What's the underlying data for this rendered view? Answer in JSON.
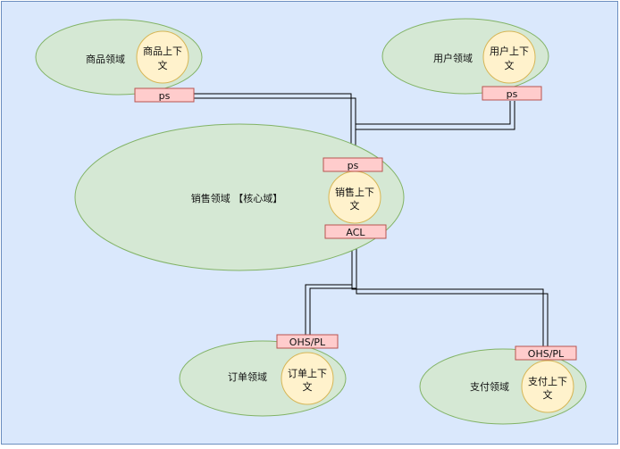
{
  "colors": {
    "background": "#dae8fc",
    "border": "#6c8ebf",
    "domain_fill": "#d5e8d4",
    "domain_stroke": "#82b366",
    "context_fill": "#fff2cc",
    "context_stroke": "#d6b656",
    "tag_fill": "#ffcccc",
    "tag_stroke": "#b85450",
    "connector": "#000000"
  },
  "domains": {
    "product": {
      "label": "商品领域",
      "context_line1": "商品上下",
      "context_line2": "文",
      "tag": "ps"
    },
    "user": {
      "label": "用户领域",
      "context_line1": "用户上下",
      "context_line2": "文",
      "tag": "ps"
    },
    "sales": {
      "label": "销售领域 【核心域】",
      "context_line1": "销售上下",
      "context_line2": "文",
      "tag_top": "ps",
      "tag_bottom": "ACL"
    },
    "order": {
      "label": "订单领域",
      "context_line1": "订单上下",
      "context_line2": "文",
      "tag": "OHS/PL"
    },
    "payment": {
      "label": "支付领域",
      "context_line1": "支付上下",
      "context_line2": "文",
      "tag": "OHS/PL"
    }
  }
}
